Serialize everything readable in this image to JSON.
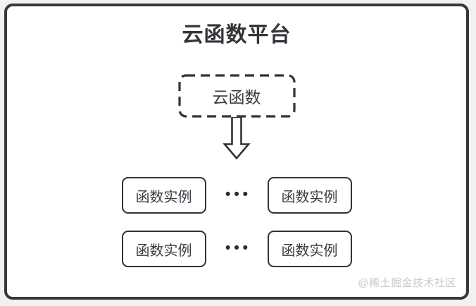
{
  "title": "云函数平台",
  "source": {
    "label": "云函数"
  },
  "rows": [
    {
      "left": "函数实例",
      "dots": "•••",
      "right": "函数实例"
    },
    {
      "left": "函数实例",
      "dots": "•••",
      "right": "函数实例"
    }
  ],
  "watermark": "@稀土掘金技术社区",
  "colors": {
    "line": "#333333",
    "title_text": "#32353a",
    "watermark_text": "#c9c9c9",
    "panel_bg": "#ffffff",
    "canvas_bg": "#f1f1f1"
  }
}
